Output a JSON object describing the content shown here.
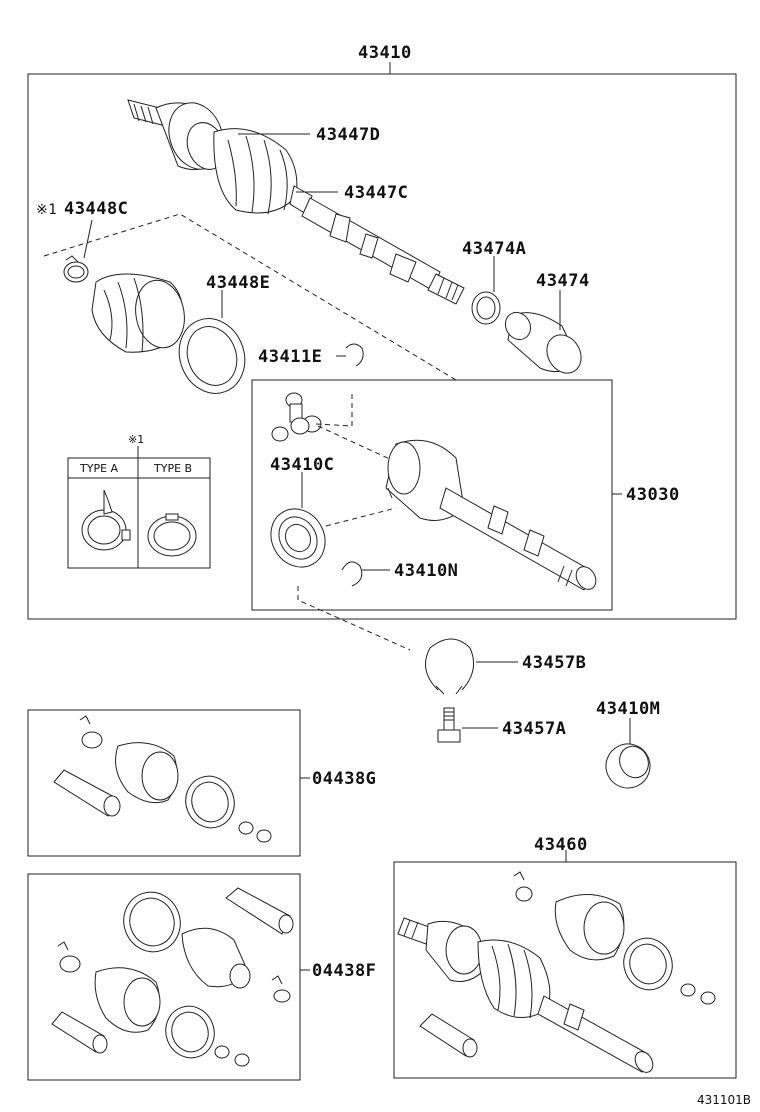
{
  "labels": {
    "p43410": "43410",
    "p43447D": "43447D",
    "p43447C": "43447C",
    "p43448C": "43448C",
    "p43448C_mark": "※1",
    "p43448E": "43448E",
    "p43474A": "43474A",
    "p43474": "43474",
    "p43411E": "43411E",
    "p43410C": "43410C",
    "p43030": "43030",
    "p43410N": "43410N",
    "p43457B": "43457B",
    "p43457A": "43457A",
    "p43410M": "43410M",
    "p04438G": "04438G",
    "p04438F": "04438F",
    "p43460": "43460"
  },
  "legend": {
    "mark": "※1",
    "type_a": "TYPE A",
    "type_b": "TYPE B"
  },
  "figure_code": "431101B"
}
